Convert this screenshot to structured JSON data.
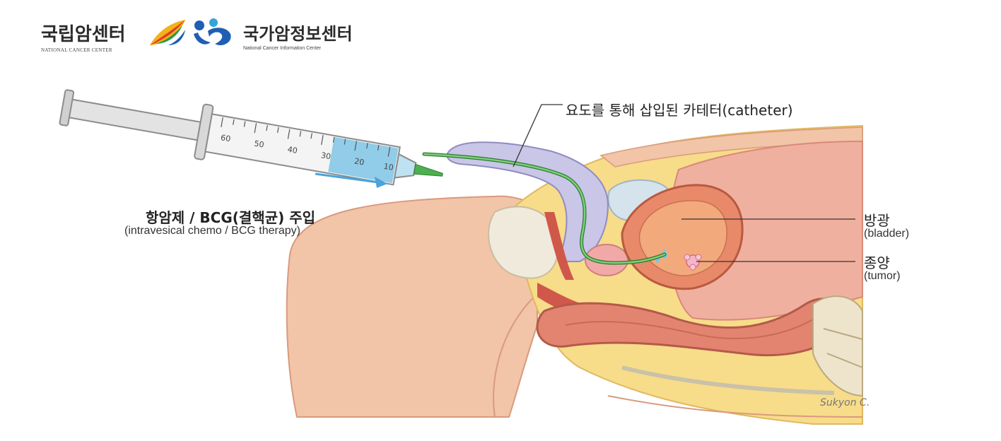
{
  "logos": {
    "ncc_name": "국립암센터",
    "ncc_english": "NATIONAL CANCER CENTER",
    "ncic_name": "국가암정보센터",
    "ncic_english": "National Cancer Information Center"
  },
  "labels": {
    "catheter": "요도를 통해 삽입된 카테터(catheter)",
    "treatment_title": "항암제 / BCG(결핵균) 주입",
    "treatment_subtitle": "(intravesical chemo / BCG therapy)",
    "bladder_ko": "방광",
    "bladder_en": "(bladder)",
    "tumor_ko": "종양",
    "tumor_en": "(tumor)"
  },
  "syringe": {
    "scale": [
      "60",
      "50",
      "40",
      "30",
      "20",
      "10"
    ],
    "fill_level": 0.35
  },
  "signature": "Sukyon C.",
  "colors": {
    "skin": "#f2c4a8",
    "fat": "#f7dc8a",
    "bladder": "#e8896a",
    "catheter": "#5bb15a",
    "liquid": "#7fc4e6",
    "arrow": "#4aa3dc",
    "ncic_blue": "#1f5fb3",
    "ncc_red": "#e23a2a"
  }
}
